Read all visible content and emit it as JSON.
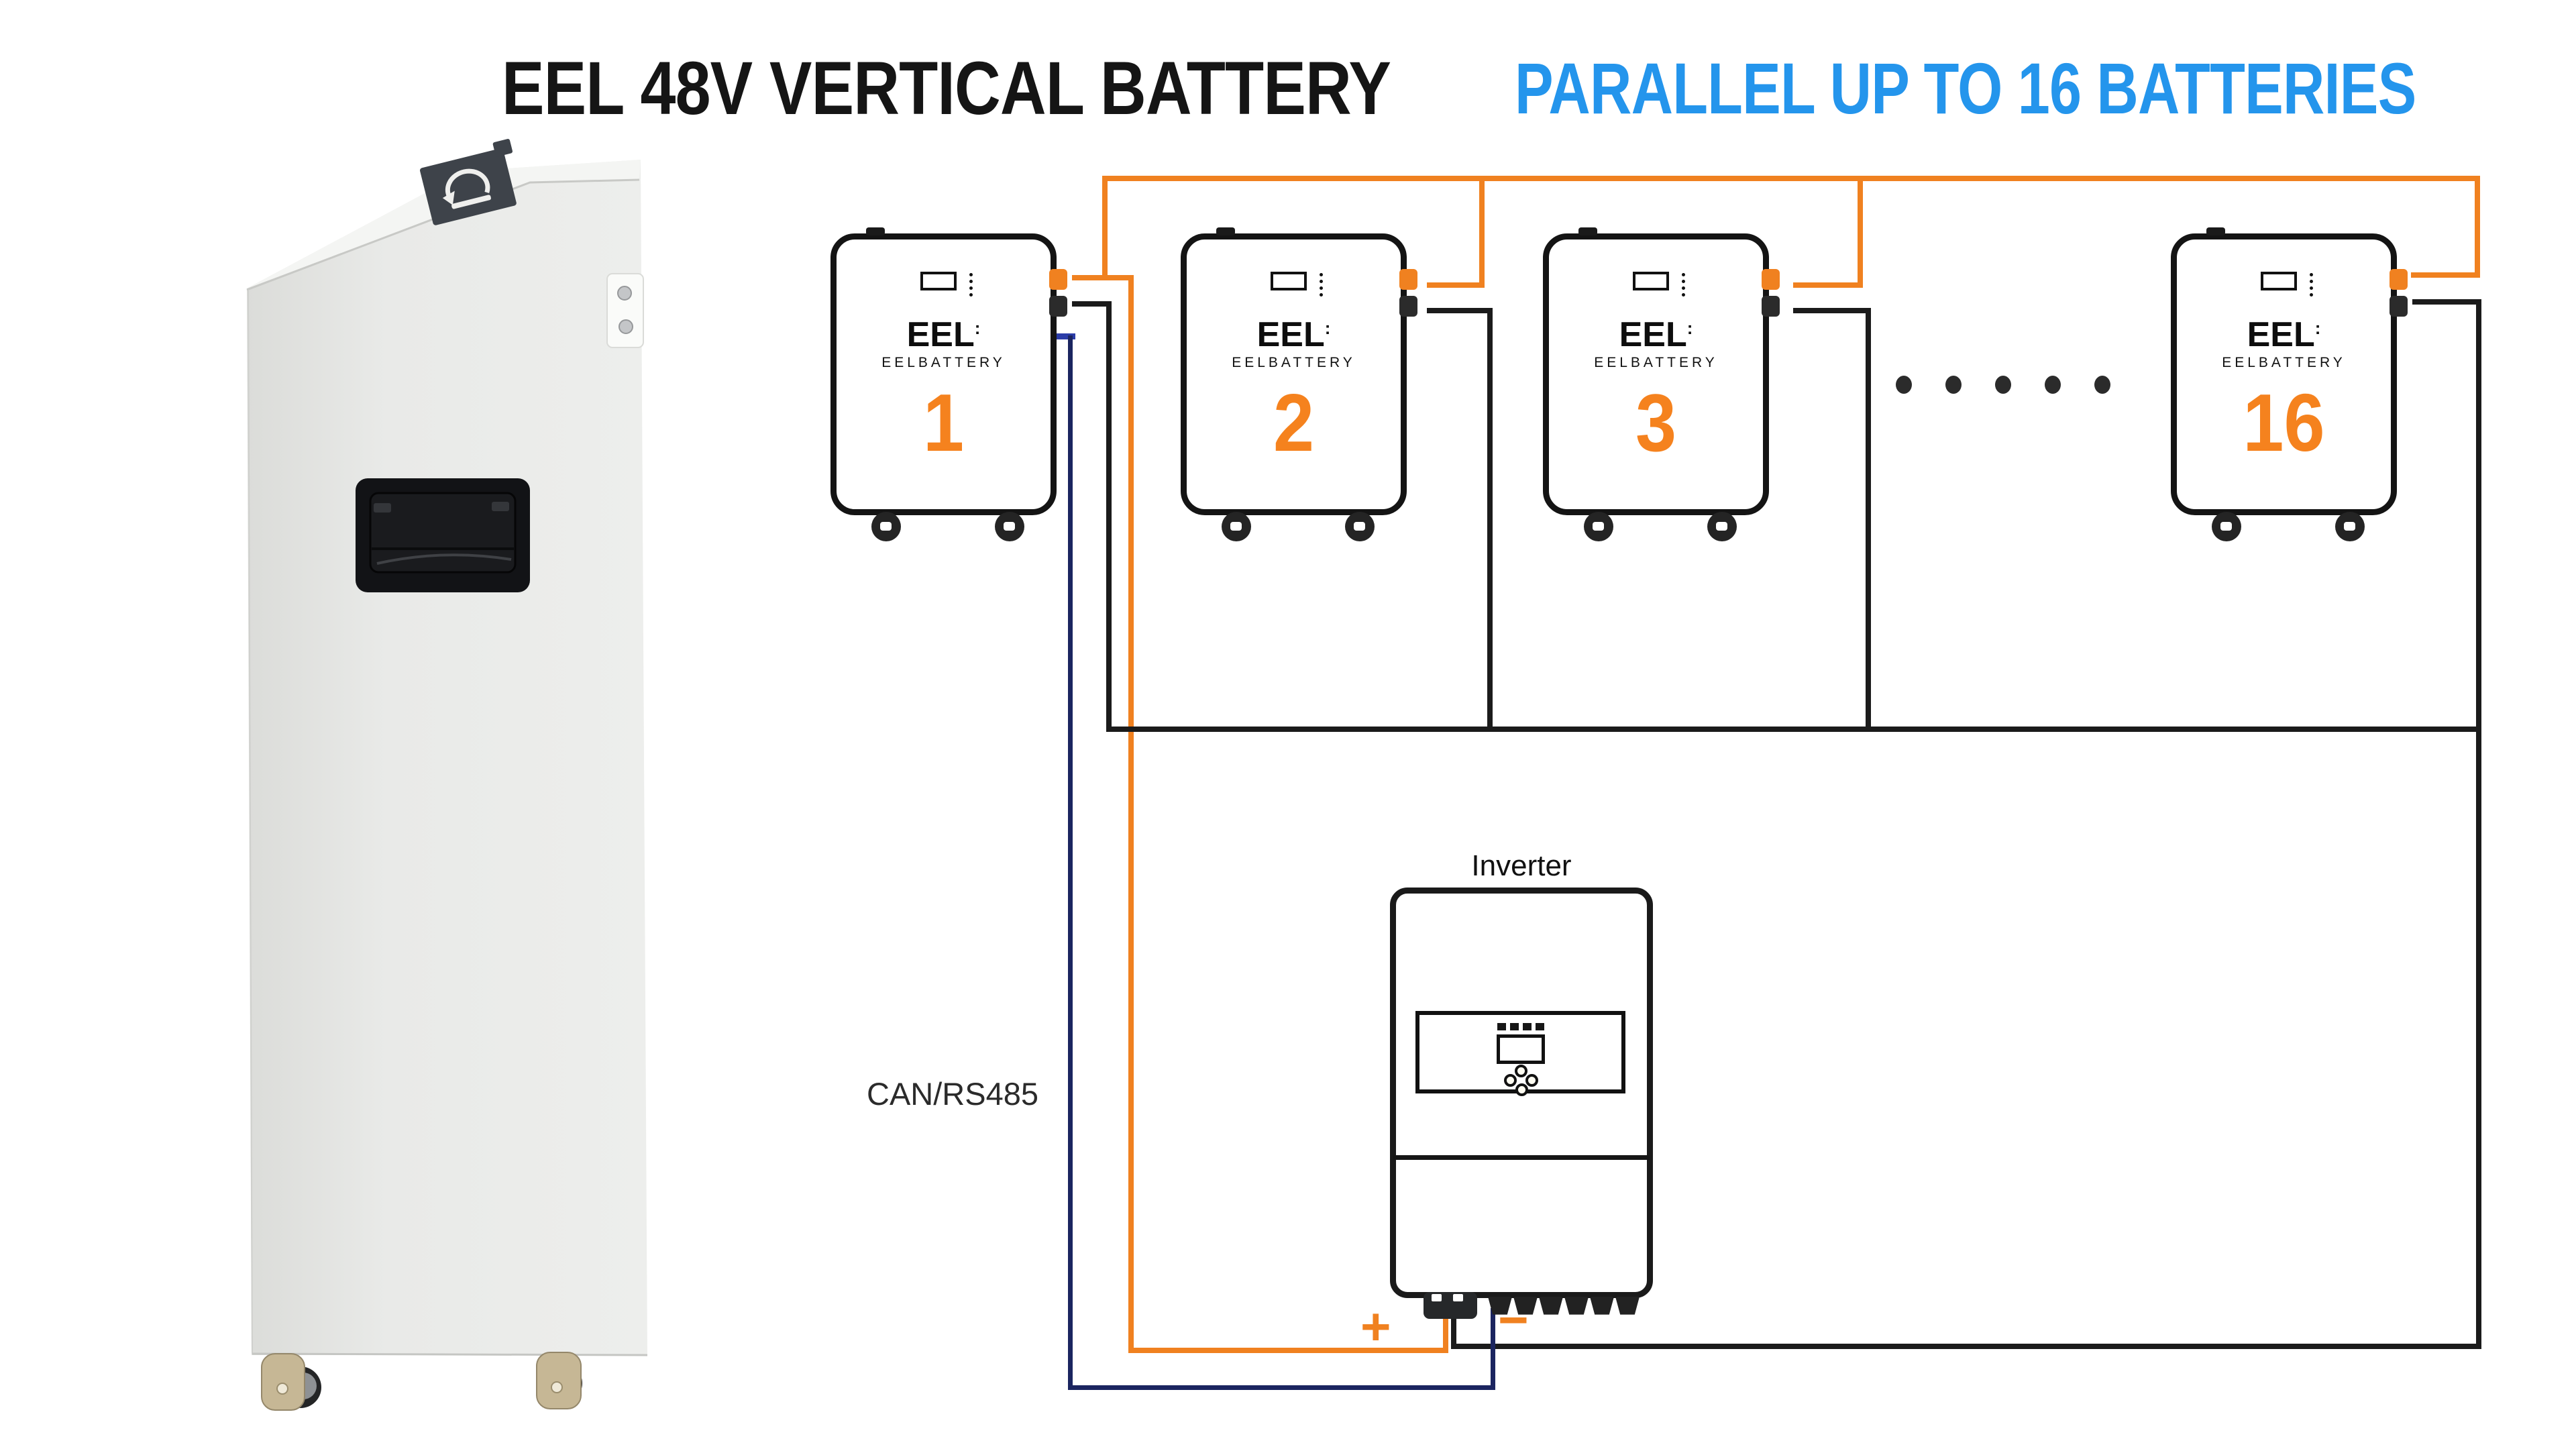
{
  "header": {
    "title_black": "EEL 48V VERTICAL BATTERY",
    "title_blue": "PARALLEL UP TO 16 BATTERIES"
  },
  "colors": {
    "blue": "#2495EC",
    "orange": "#F08120",
    "number_orange": "#F5821E",
    "wire_black": "#1B1B1B",
    "navy": "#1B2560",
    "navy_bright": "#2B3CA8"
  },
  "battery_common": {
    "logo": "EEL",
    "logo_mark": ":",
    "brand": "EELBATTERY"
  },
  "batteries": [
    {
      "number": "1"
    },
    {
      "number": "2"
    },
    {
      "number": "3"
    },
    {
      "number": "16"
    }
  ],
  "ellipsis_dots": 5,
  "inverter": {
    "label": "Inverter"
  },
  "wiring": {
    "comm_label": "CAN/RS485",
    "plus_label": "+",
    "minus_label": "−"
  }
}
